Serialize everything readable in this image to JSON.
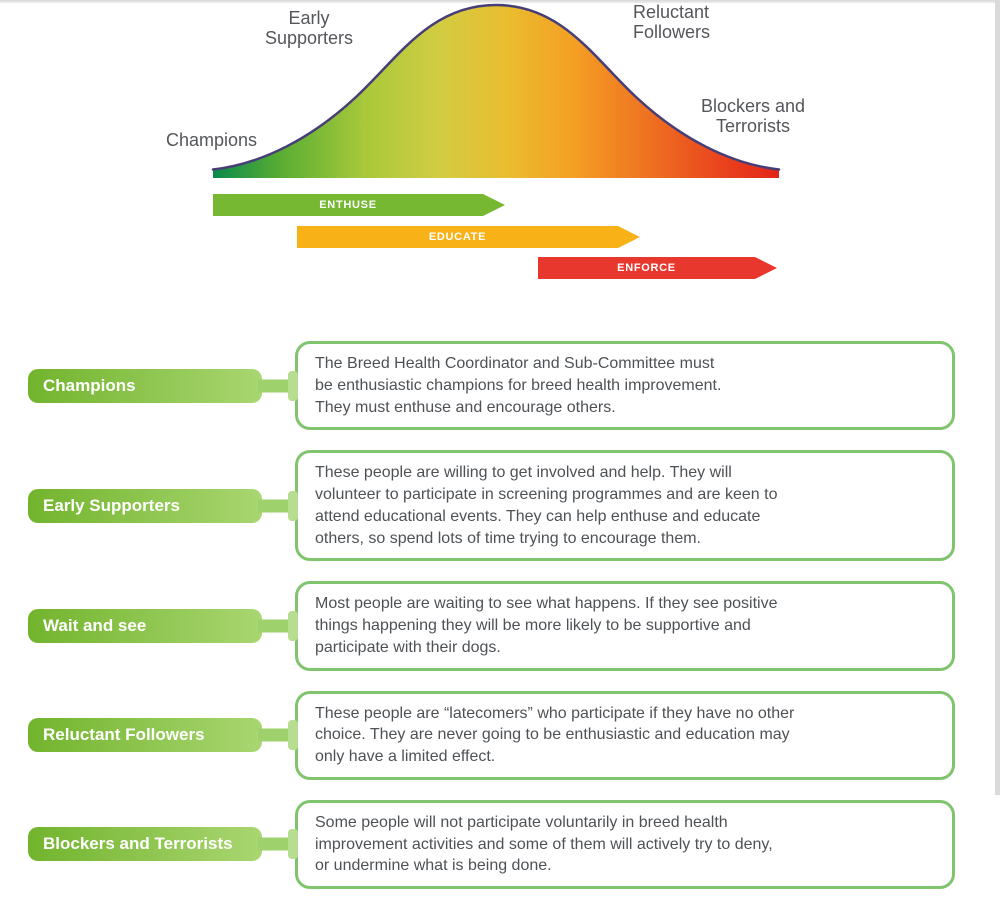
{
  "diagram": {
    "curve_labels": {
      "champions": "Champions",
      "early_supporters": "Early\nSupporters",
      "reluctant_followers": "Reluctant\nFollowers",
      "blockers_terrorists": "Blockers and\nTerrorists"
    },
    "arrows": [
      {
        "label": "ENTHUSE",
        "color": "#76b832"
      },
      {
        "label": "EDUCATE",
        "color": "#f8b117"
      },
      {
        "label": "ENFORCE",
        "color": "#e8372d"
      }
    ],
    "curve_gradient": [
      "#0a8a4c",
      "#5aad33",
      "#a9c93a",
      "#d2cc42",
      "#eabd2f",
      "#f4a123",
      "#ef7521",
      "#e9431d",
      "#e42518"
    ],
    "curve_outline_color": "#473e78"
  },
  "rows": [
    {
      "label": "Champions",
      "text": "The Breed Health Coordinator and Sub-Committee must\nbe enthusiastic champions for breed health improvement.\nThey must enthuse and encourage others."
    },
    {
      "label": "Early Supporters",
      "text": "These people are willing to get involved and help. They will\nvolunteer to participate in screening programmes and are keen to\nattend educational events. They can help enthuse and educate\nothers, so spend lots of time trying to encourage them."
    },
    {
      "label": "Wait and see",
      "text": "Most people are waiting to see what happens. If they see positive\nthings happening they will be more likely to be supportive and\nparticipate with their dogs."
    },
    {
      "label": "Reluctant Followers",
      "text": "These people are “latecomers” who participate if they have no other\nchoice. They are never going to be enthusiastic and education may\nonly have a limited effect."
    },
    {
      "label": "Blockers and Terrorists",
      "text": "Some people will not participate voluntarily in breed health\nimprovement activities and some of them will actively try to deny,\nor undermine what is being done."
    }
  ],
  "colors": {
    "tab_gradient_left": "#72b42d",
    "tab_gradient_right": "#a9d671",
    "box_border": "#80c46e",
    "body_text": "#4e5256",
    "label_text": "#54565b"
  }
}
